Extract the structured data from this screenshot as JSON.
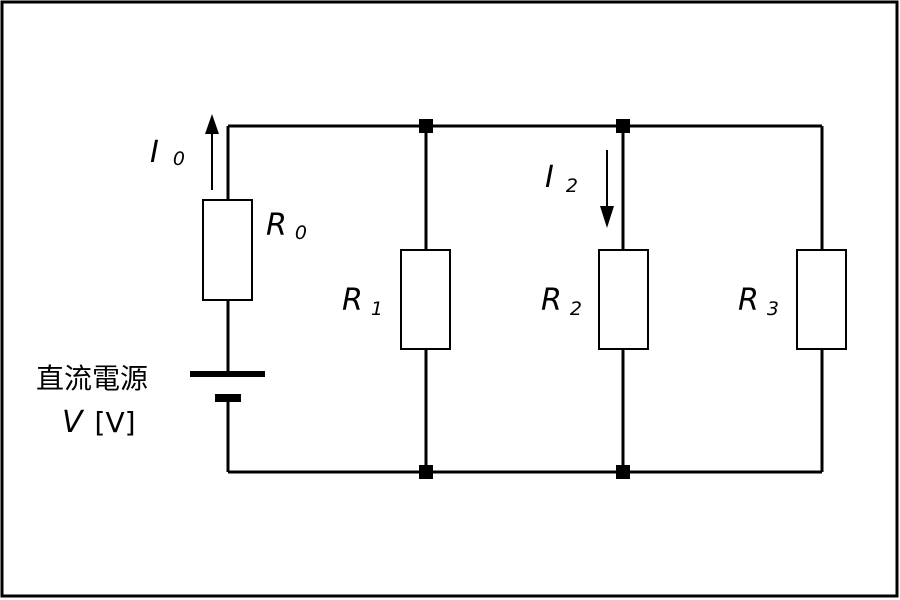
{
  "labels": {
    "current_i0": {
      "symbol": "I",
      "subscript": "0"
    },
    "current_i2": {
      "symbol": "I",
      "subscript": "2"
    },
    "resistor_r0": {
      "symbol": "R",
      "subscript": "0"
    },
    "resistor_r1": {
      "symbol": "R",
      "subscript": "1"
    },
    "resistor_r2": {
      "symbol": "R",
      "subscript": "2"
    },
    "resistor_r3": {
      "symbol": "R",
      "subscript": "3"
    },
    "source_name": "直流電源",
    "source_voltage_symbol": "V",
    "source_voltage_unit": "[V]"
  }
}
